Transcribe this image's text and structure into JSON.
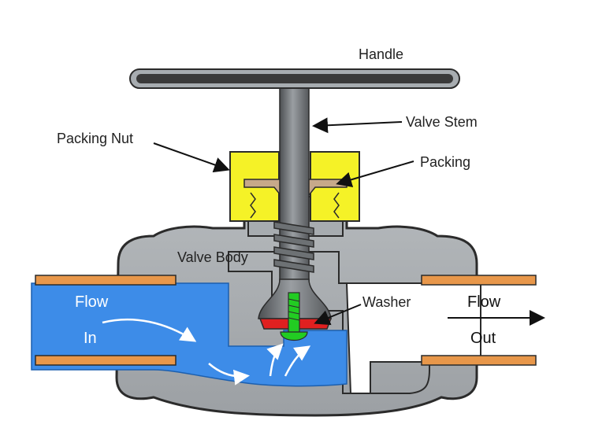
{
  "labels": {
    "handle": "Handle",
    "valve_stem": "Valve Stem",
    "packing_nut": "Packing Nut",
    "packing": "Packing",
    "valve_body": "Valve Body",
    "washer": "Washer",
    "flow_in_line1": "Flow",
    "flow_in_line2": "In",
    "flow_out_line1": "Flow",
    "flow_out_line2": "Out"
  },
  "colors": {
    "body": "#a7acb0",
    "body_outline": "#2b2b2b",
    "water": "#3d8ce8",
    "pipe": "#e8974a",
    "packing_nut": "#f5f227",
    "packing": "#c7a98a",
    "stem": "#707478",
    "handle": "#3a3a3a",
    "washer": "#e02020",
    "screw": "#22cc22"
  },
  "icons": {
    "flow_arrow": "curved-white-arrow",
    "out_arrow": "right-arrow"
  }
}
